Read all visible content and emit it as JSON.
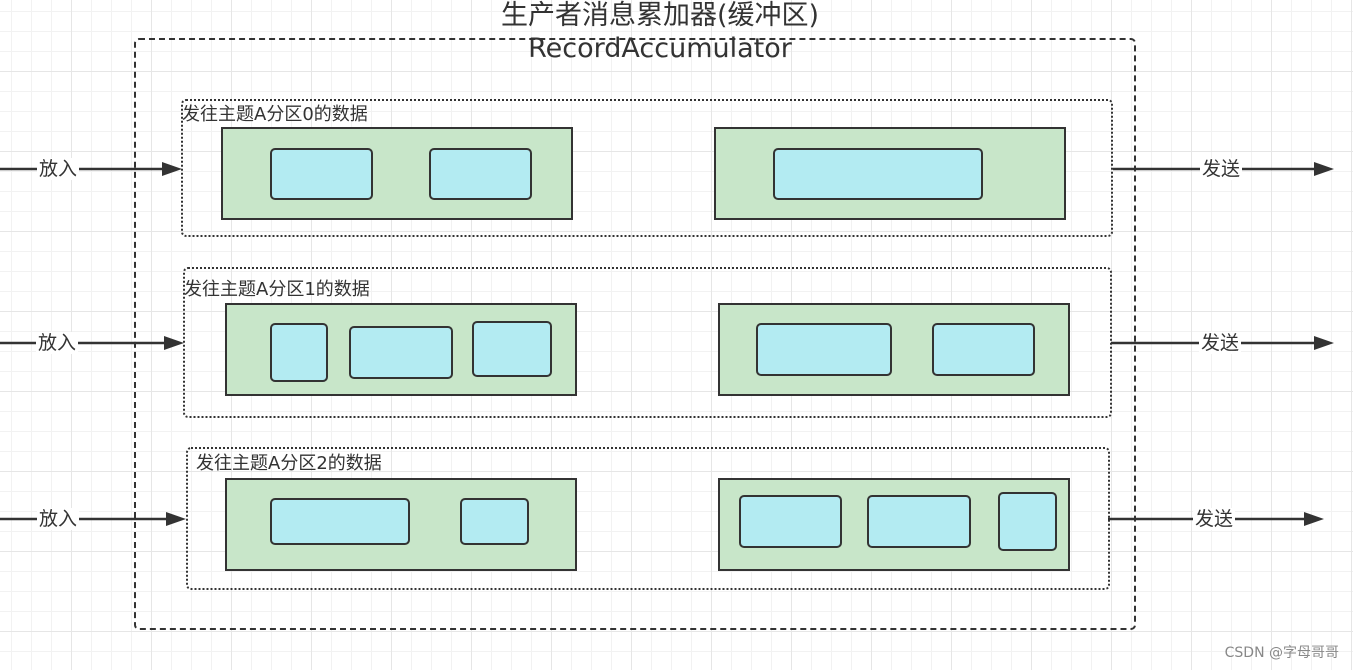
{
  "title": {
    "line1": "生产者消息累加器(缓冲区)",
    "line2": "RecordAccumulator"
  },
  "partitions": [
    {
      "label": "发往主题A分区0的数据"
    },
    {
      "label": "发往主题A分区1的数据"
    },
    {
      "label": "发往主题A分区2的数据"
    }
  ],
  "arrows": {
    "put_label": "放入",
    "send_label": "发送"
  },
  "colors": {
    "batch_fill": "#c8e6c9",
    "record_fill": "#b3ebf2",
    "stroke": "#333333"
  },
  "watermark": "CSDN @字母哥哥"
}
